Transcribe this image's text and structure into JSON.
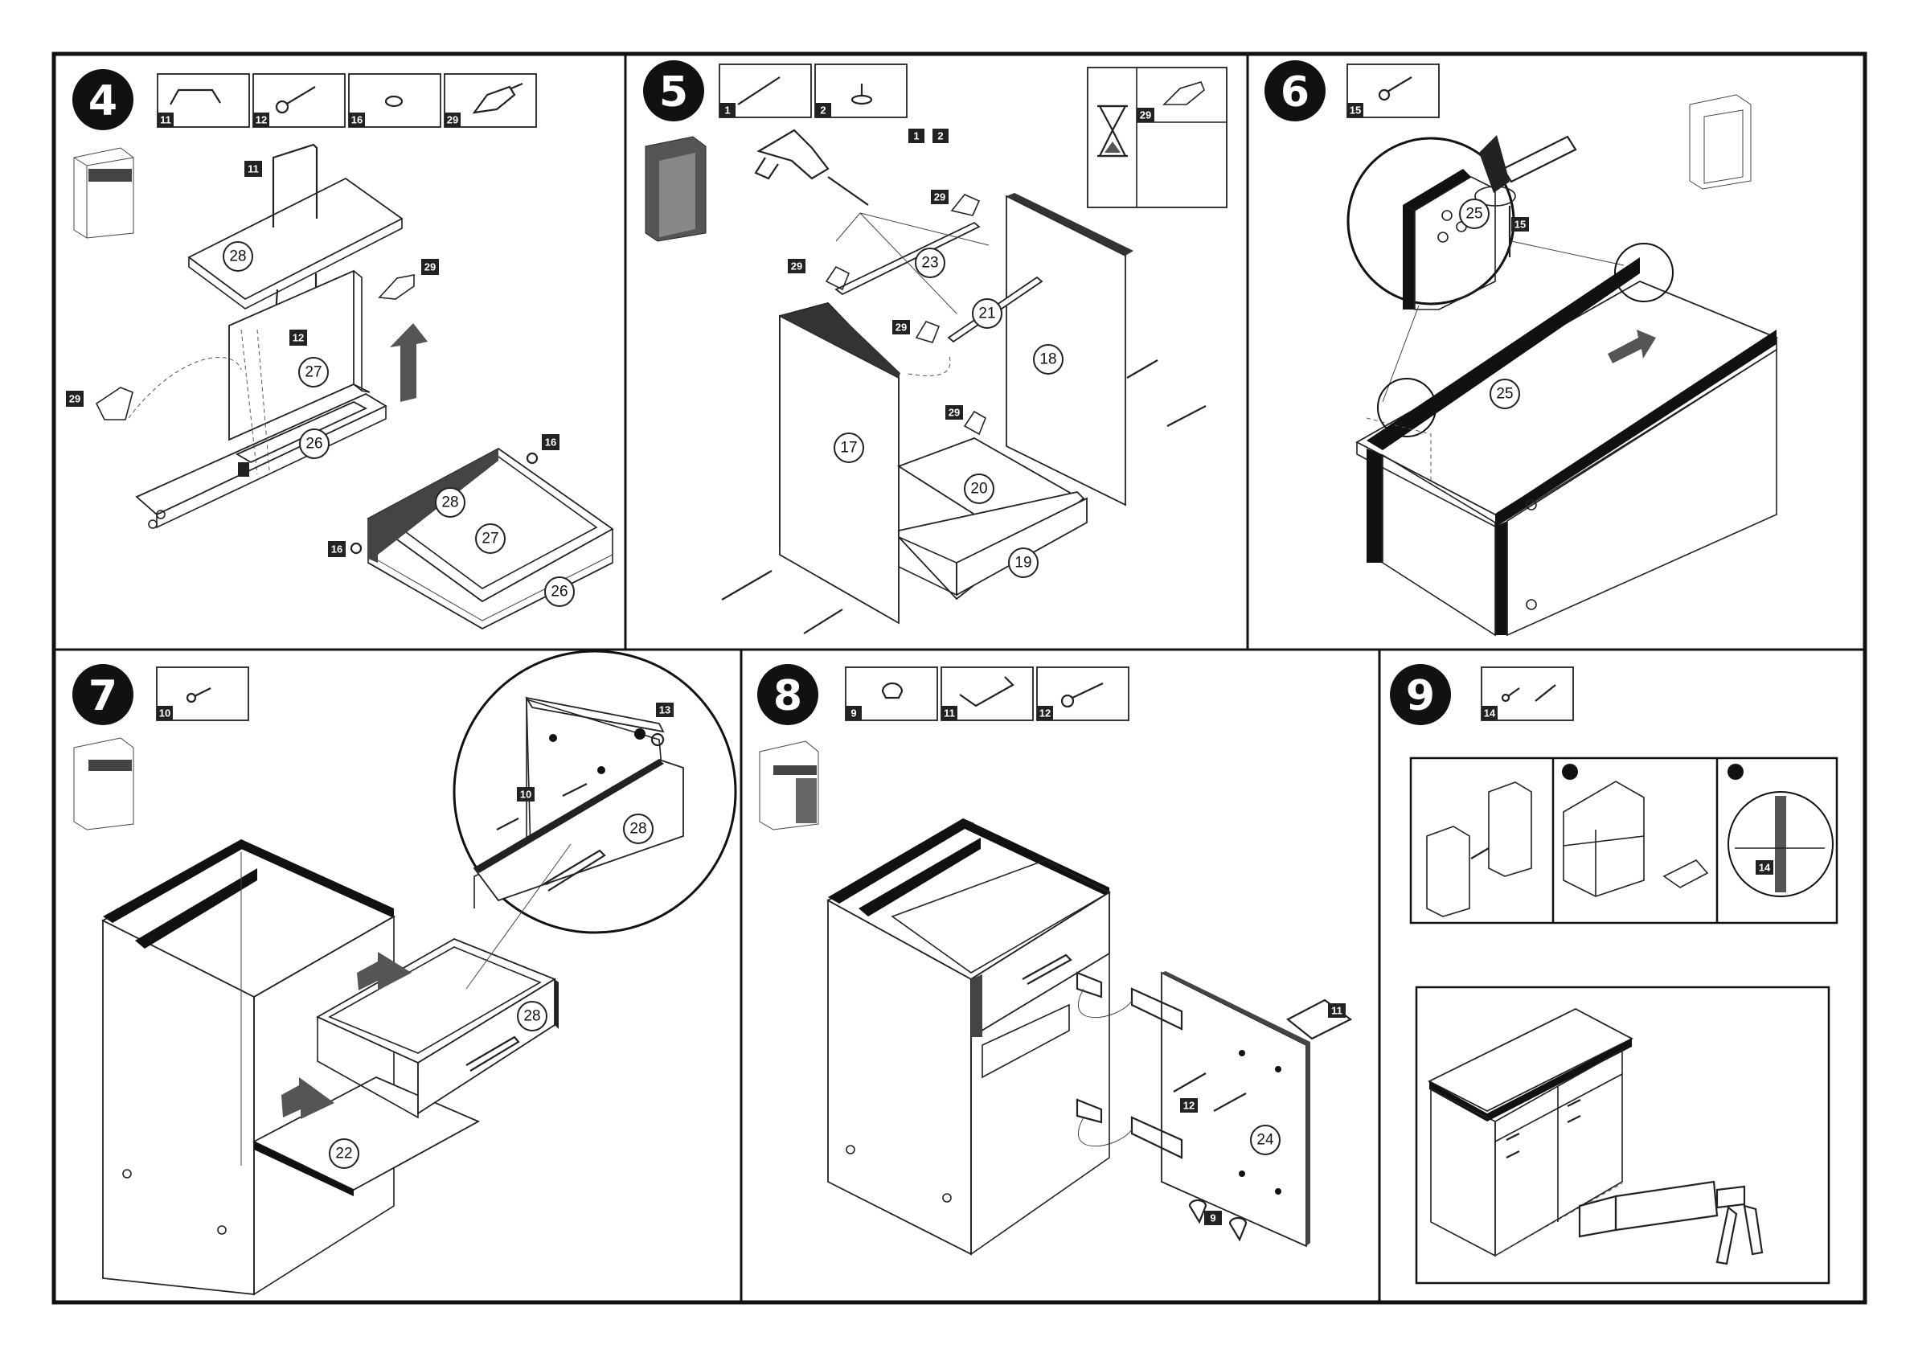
{
  "steps": [
    {
      "number": "4",
      "parts": [
        "11",
        "12",
        "16",
        "29"
      ],
      "labels": [
        "11",
        "28",
        "29",
        "12",
        "27",
        "29",
        "26",
        "16",
        "28",
        "27",
        "16",
        "26"
      ]
    },
    {
      "number": "5",
      "parts": [
        "1",
        "2"
      ],
      "extra_tags": [
        "1",
        "2"
      ],
      "glue_tag": "29",
      "labels": [
        "23",
        "21",
        "18",
        "17",
        "20",
        "19",
        "29",
        "29",
        "29",
        "29"
      ]
    },
    {
      "number": "6",
      "parts": [
        "15"
      ],
      "labels": [
        "25",
        "15",
        "25"
      ]
    },
    {
      "number": "7",
      "parts": [
        "10"
      ],
      "labels": [
        "13",
        "10",
        "28",
        "28",
        "22"
      ]
    },
    {
      "number": "8",
      "parts": [
        "9",
        "11",
        "12"
      ],
      "labels": [
        "11",
        "12",
        "24",
        "9"
      ]
    },
    {
      "number": "9",
      "parts": [
        "14"
      ],
      "labels": [
        "14"
      ]
    }
  ],
  "icons": {
    "handle": "handle-icon",
    "screw": "screw-icon",
    "cam": "cam-lock-icon",
    "glue": "glue-tube-icon",
    "dowel": "dowel-icon",
    "foot": "leveling-foot-icon",
    "nail": "nail-icon",
    "knob": "knob-icon",
    "hourglass": "hourglass-icon",
    "drill": "drill-icon",
    "hammer": "hammer-icon",
    "caulk": "caulk-gun-icon"
  },
  "colors": {
    "ink": "#222222",
    "tag_bg": "#1a1a1a",
    "paper": "#ffffff",
    "grey": "#777777"
  }
}
